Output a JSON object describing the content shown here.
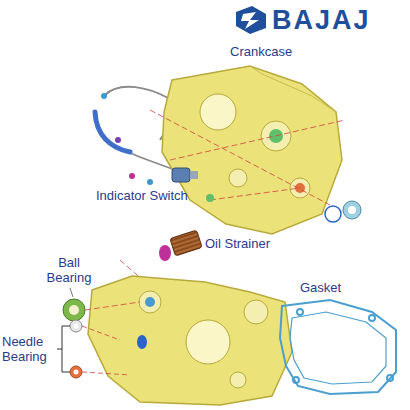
{
  "diagram": {
    "labels": [
      "BAJAJ",
      "Crankcase",
      "Indicator Switch",
      "Oil Strainer",
      "Ball Bearing",
      "Needle Bearing",
      "Gasket"
    ]
  }
}
